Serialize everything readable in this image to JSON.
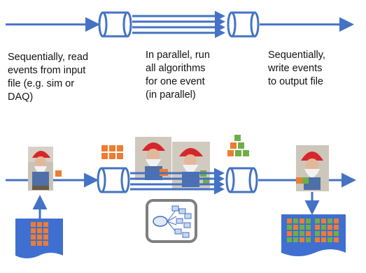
{
  "captions": {
    "input": "Sequentially, read\nevents from input\nfile (e.g. sim or\nDAQ)",
    "parallel": "In parallel, run\nall algorithms\nfor one event\n(in parallel)",
    "output": "Sequentially,\nwrite events\nto output file"
  },
  "colors": {
    "flow_arrow": "#4472C4",
    "queue_outline": "#4472C4",
    "event_orange": "#ED7D31",
    "event_green": "#70AD47",
    "event_blue_cell": "#4472C4",
    "file_fill": "#3F6FD0",
    "algorithm_frame": "#7F7F7F"
  },
  "icons": [
    "queue-cylinder-icon",
    "input-file-icon",
    "output-file-icon",
    "algorithm-graph-icon",
    "gnome-event-photo"
  ]
}
